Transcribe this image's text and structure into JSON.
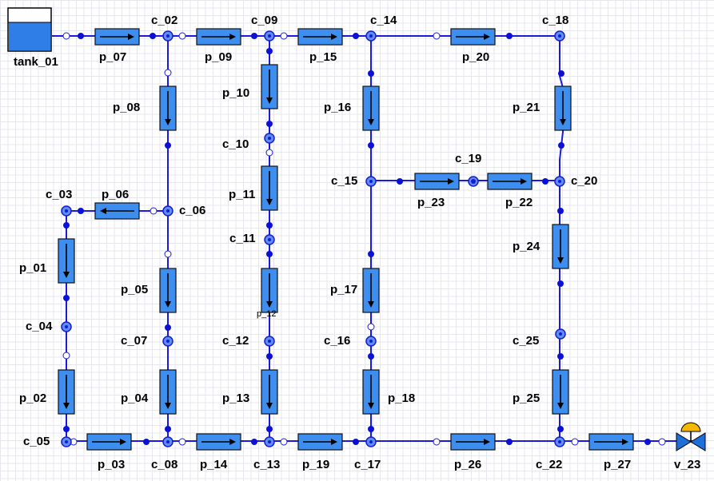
{
  "tank": {
    "label": "tank_01",
    "icon": "tank-icon"
  },
  "valve": {
    "label": "v_23",
    "icon": "valve-icon"
  },
  "junctions": [
    {
      "id": "c_02",
      "label": "c_02"
    },
    {
      "id": "c_03",
      "label": "c_03"
    },
    {
      "id": "c_04",
      "label": "c_04"
    },
    {
      "id": "c_05",
      "label": "c_05"
    },
    {
      "id": "c_06",
      "label": "c_06"
    },
    {
      "id": "c_07",
      "label": "c_07"
    },
    {
      "id": "c_08",
      "label": "c_08"
    },
    {
      "id": "c_09",
      "label": "c_09"
    },
    {
      "id": "c_10",
      "label": "c_10"
    },
    {
      "id": "c_11",
      "label": "c_11"
    },
    {
      "id": "c_12",
      "label": "c_12"
    },
    {
      "id": "c_13",
      "label": "c_13"
    },
    {
      "id": "c_14",
      "label": "c_14"
    },
    {
      "id": "c_15",
      "label": "c_15"
    },
    {
      "id": "c_16",
      "label": "c_16"
    },
    {
      "id": "c_17",
      "label": "c_17"
    },
    {
      "id": "c_18",
      "label": "c_18"
    },
    {
      "id": "c_19",
      "label": "c_19"
    },
    {
      "id": "c_20",
      "label": "c_20"
    },
    {
      "id": "c_22",
      "label": "c_22"
    },
    {
      "id": "c_25",
      "label": "c_25"
    }
  ],
  "pipes": [
    {
      "id": "p_01",
      "label": "p_01",
      "dir": "down"
    },
    {
      "id": "p_02",
      "label": "p_02",
      "dir": "down"
    },
    {
      "id": "p_03",
      "label": "p_03",
      "dir": "right"
    },
    {
      "id": "p_04",
      "label": "p_04",
      "dir": "down"
    },
    {
      "id": "p_05",
      "label": "p_05",
      "dir": "down"
    },
    {
      "id": "p_06",
      "label": "p_06",
      "dir": "left"
    },
    {
      "id": "p_07",
      "label": "p_07",
      "dir": "right"
    },
    {
      "id": "p_08",
      "label": "p_08",
      "dir": "down"
    },
    {
      "id": "p_09",
      "label": "p_09",
      "dir": "right"
    },
    {
      "id": "p_10",
      "label": "p_10",
      "dir": "down"
    },
    {
      "id": "p_11",
      "label": "p_11",
      "dir": "down"
    },
    {
      "id": "p_12",
      "label": "p_12",
      "dir": "down"
    },
    {
      "id": "p_13",
      "label": "p_13",
      "dir": "down"
    },
    {
      "id": "p_14",
      "label": "p_14",
      "dir": "right"
    },
    {
      "id": "p_15",
      "label": "p_15",
      "dir": "right"
    },
    {
      "id": "p_16",
      "label": "p_16",
      "dir": "down"
    },
    {
      "id": "p_17",
      "label": "p_17",
      "dir": "down"
    },
    {
      "id": "p_18",
      "label": "p_18",
      "dir": "down"
    },
    {
      "id": "p_19",
      "label": "p_19",
      "dir": "right"
    },
    {
      "id": "p_20",
      "label": "p_20",
      "dir": "right"
    },
    {
      "id": "p_21",
      "label": "p_21",
      "dir": "down"
    },
    {
      "id": "p_22",
      "label": "p_22",
      "dir": "right"
    },
    {
      "id": "p_23",
      "label": "p_23",
      "dir": "right"
    },
    {
      "id": "p_24",
      "label": "p_24",
      "dir": "down"
    },
    {
      "id": "p_25",
      "label": "p_25",
      "dir": "down"
    },
    {
      "id": "p_26",
      "label": "p_26",
      "dir": "right"
    },
    {
      "id": "p_27",
      "label": "p_27",
      "dir": "right"
    }
  ],
  "colors": {
    "pipe_fill": "#3e8ef0",
    "connection": "#1a1adf",
    "junction_fill": "#5b8ff3",
    "tank_water": "#2f7de6",
    "valve_body": "#1e6fd9",
    "valve_actuator": "#f5b800"
  }
}
